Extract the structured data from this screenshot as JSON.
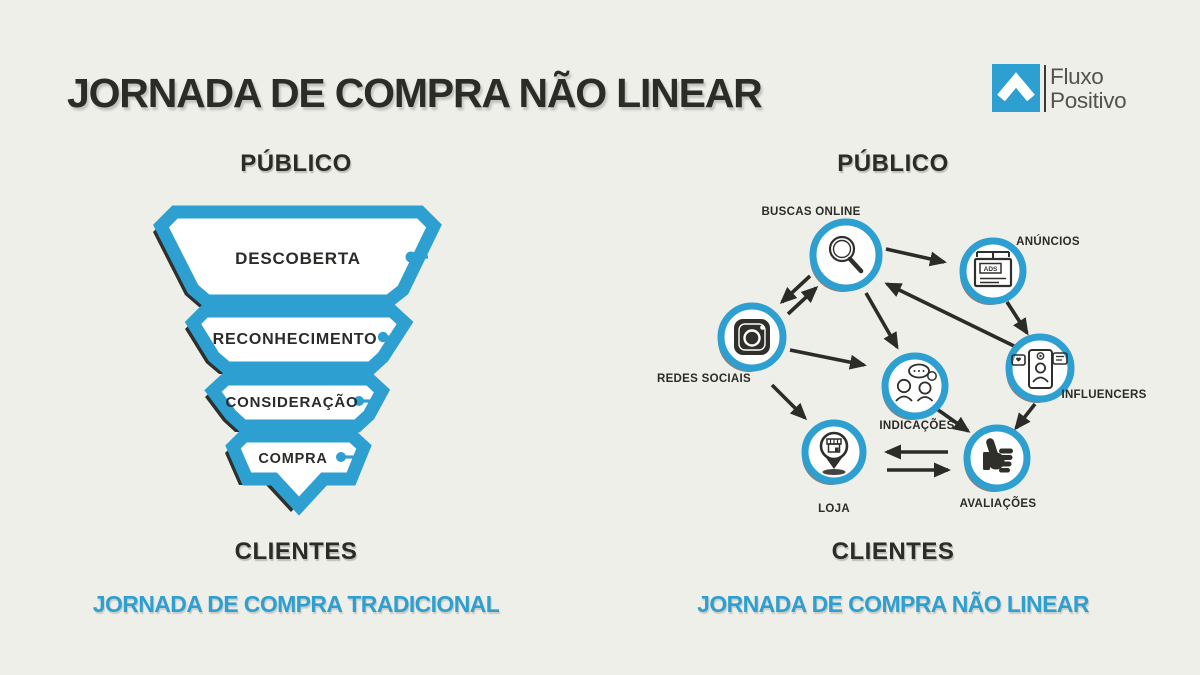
{
  "header": {
    "title": "JORNADA DE COMPRA NÃO LINEAR",
    "logo": {
      "line1": "Fluxo",
      "line2": "Positivo"
    }
  },
  "left": {
    "top_label": "PÚBLICO",
    "bottom_label": "CLIENTES",
    "caption": "JORNADA DE COMPRA TRADICIONAL",
    "stages": [
      {
        "label": "DESCOBERTA"
      },
      {
        "label": "RECONHECIMENTO"
      },
      {
        "label": "CONSIDERAÇÃO"
      },
      {
        "label": "COMPRA"
      }
    ]
  },
  "right": {
    "top_label": "PÚBLICO",
    "bottom_label": "CLIENTES",
    "caption": "JORNADA DE COMPRA NÃO LINEAR",
    "nodes": [
      {
        "label": "BUSCAS ONLINE",
        "icon": "search-icon"
      },
      {
        "label": "ANÚNCIOS",
        "icon": "ads-sign-icon",
        "icon_text": "ADS"
      },
      {
        "label": "REDES SOCIAIS",
        "icon": "instagram-icon"
      },
      {
        "label": "INFLUENCERS",
        "icon": "influencer-phone-icon"
      },
      {
        "label": "INDICAÇÕES",
        "icon": "people-talking-icon"
      },
      {
        "label": "LOJA",
        "icon": "store-pin-icon"
      },
      {
        "label": "AVALIAÇÕES",
        "icon": "thumbs-up-icon"
      }
    ],
    "edges": [
      {
        "from": "BUSCAS ONLINE",
        "to": "ANÚNCIOS",
        "direction": "one-way"
      },
      {
        "from": "BUSCAS ONLINE",
        "to": "REDES SOCIAIS",
        "direction": "two-way"
      },
      {
        "from": "BUSCAS ONLINE",
        "to": "INDICAÇÕES",
        "direction": "one-way"
      },
      {
        "from": "INFLUENCERS",
        "to": "BUSCAS ONLINE",
        "direction": "one-way"
      },
      {
        "from": "ANÚNCIOS",
        "to": "INFLUENCERS",
        "direction": "one-way"
      },
      {
        "from": "REDES SOCIAIS",
        "to": "INDICAÇÕES",
        "direction": "one-way"
      },
      {
        "from": "REDES SOCIAIS",
        "to": "LOJA",
        "direction": "one-way"
      },
      {
        "from": "INDICAÇÕES",
        "to": "AVALIAÇÕES",
        "direction": "one-way"
      },
      {
        "from": "INFLUENCERS",
        "to": "AVALIAÇÕES",
        "direction": "one-way"
      },
      {
        "from": "LOJA",
        "to": "AVALIAÇÕES",
        "direction": "two-way"
      }
    ]
  },
  "colors": {
    "background": "#EEEFE9",
    "blue": "#2E9FD1",
    "dark": "#2B2B28",
    "logo_text_gray": "#54524D",
    "white": "#FFFFFF"
  }
}
